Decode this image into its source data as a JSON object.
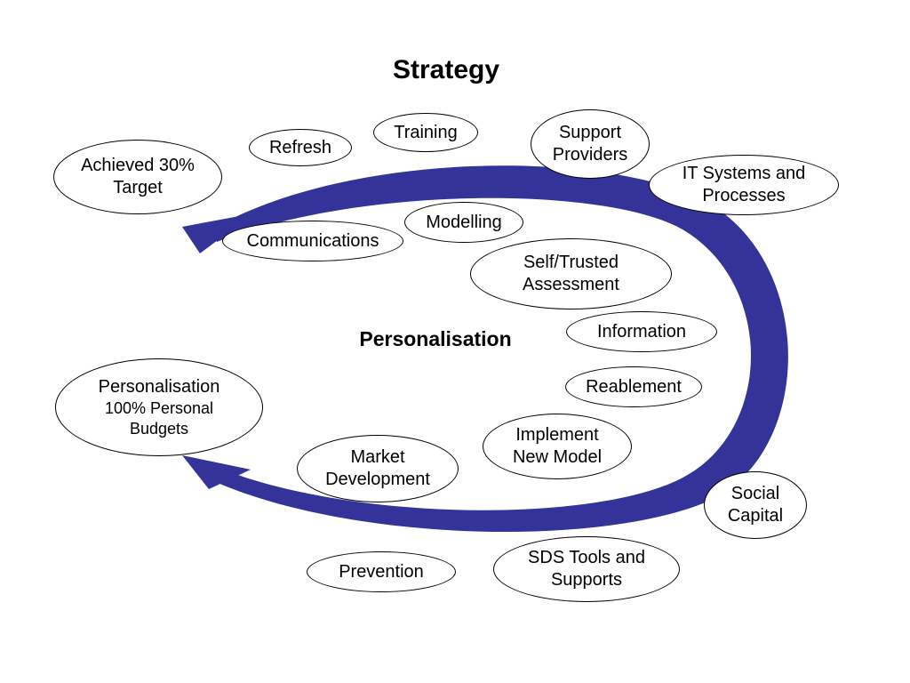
{
  "title": "Strategy",
  "center_label": "Personalisation",
  "colors": {
    "arrow": "#333399",
    "outline": "#000000",
    "background": "#ffffff"
  },
  "nodes": [
    {
      "id": "achieved-target",
      "lines": [
        "Achieved 30%",
        "Target"
      ]
    },
    {
      "id": "refresh",
      "lines": [
        "Refresh"
      ]
    },
    {
      "id": "training",
      "lines": [
        "Training"
      ]
    },
    {
      "id": "support-providers",
      "lines": [
        "Support",
        "Providers"
      ]
    },
    {
      "id": "it-systems",
      "lines": [
        "IT Systems and",
        "Processes"
      ]
    },
    {
      "id": "communications",
      "lines": [
        "Communications"
      ]
    },
    {
      "id": "modelling",
      "lines": [
        "Modelling"
      ]
    },
    {
      "id": "self-assessment",
      "lines": [
        "Self/Trusted",
        "Assessment"
      ]
    },
    {
      "id": "information",
      "lines": [
        "Information"
      ]
    },
    {
      "id": "personal-budgets",
      "lines": [
        "Personalisation",
        "100% Personal",
        "Budgets"
      ]
    },
    {
      "id": "reablement",
      "lines": [
        "Reablement"
      ]
    },
    {
      "id": "implement-model",
      "lines": [
        "Implement",
        "New Model"
      ]
    },
    {
      "id": "market-development",
      "lines": [
        "Market",
        "Development"
      ]
    },
    {
      "id": "social-capital",
      "lines": [
        "Social",
        "Capital"
      ]
    },
    {
      "id": "prevention",
      "lines": [
        "Prevention"
      ]
    },
    {
      "id": "sds-tools",
      "lines": [
        "SDS Tools and",
        "Supports"
      ]
    }
  ]
}
